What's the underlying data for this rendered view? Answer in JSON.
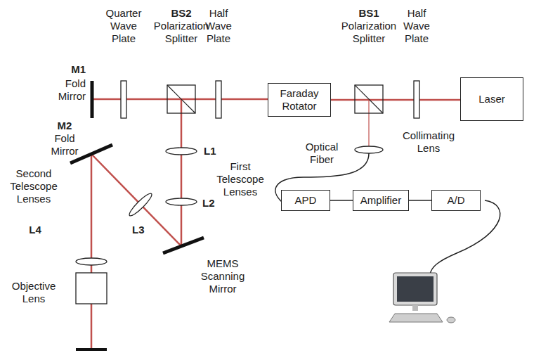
{
  "diagram": {
    "nodes": [
      {
        "text": [
          "Faraday Rotator"
        ]
      },
      {
        "text": [
          "Laser"
        ]
      },
      {
        "text": [
          "APD"
        ]
      },
      {
        "text": [
          "Amplifier"
        ]
      },
      {
        "text": [
          "A/D"
        ]
      }
    ],
    "edges": [
      {
        "from": 0,
        "to": 1,
        "arrow": "none"
      },
      {
        "from": 2,
        "to": 3,
        "arrow": "none"
      },
      {
        "from": 3,
        "to": 4,
        "arrow": "none"
      }
    ],
    "labels": [
      "Quarter Wave Plate",
      "BS2",
      "Polarization Splitter",
      "Half Wave Plate",
      "BS1",
      "Polarization Splitter",
      "Half Wave Plate",
      "M1",
      "Fold Mirror",
      "Collimating Lens",
      "Optical Fiber",
      "L1",
      "First Telescope Lenses",
      "L2",
      "M2",
      "Fold Mirror",
      "Second Telescope Lenses",
      "L4",
      "Objective Lens",
      "L3",
      "MEMS Scanning Mirror"
    ]
  }
}
